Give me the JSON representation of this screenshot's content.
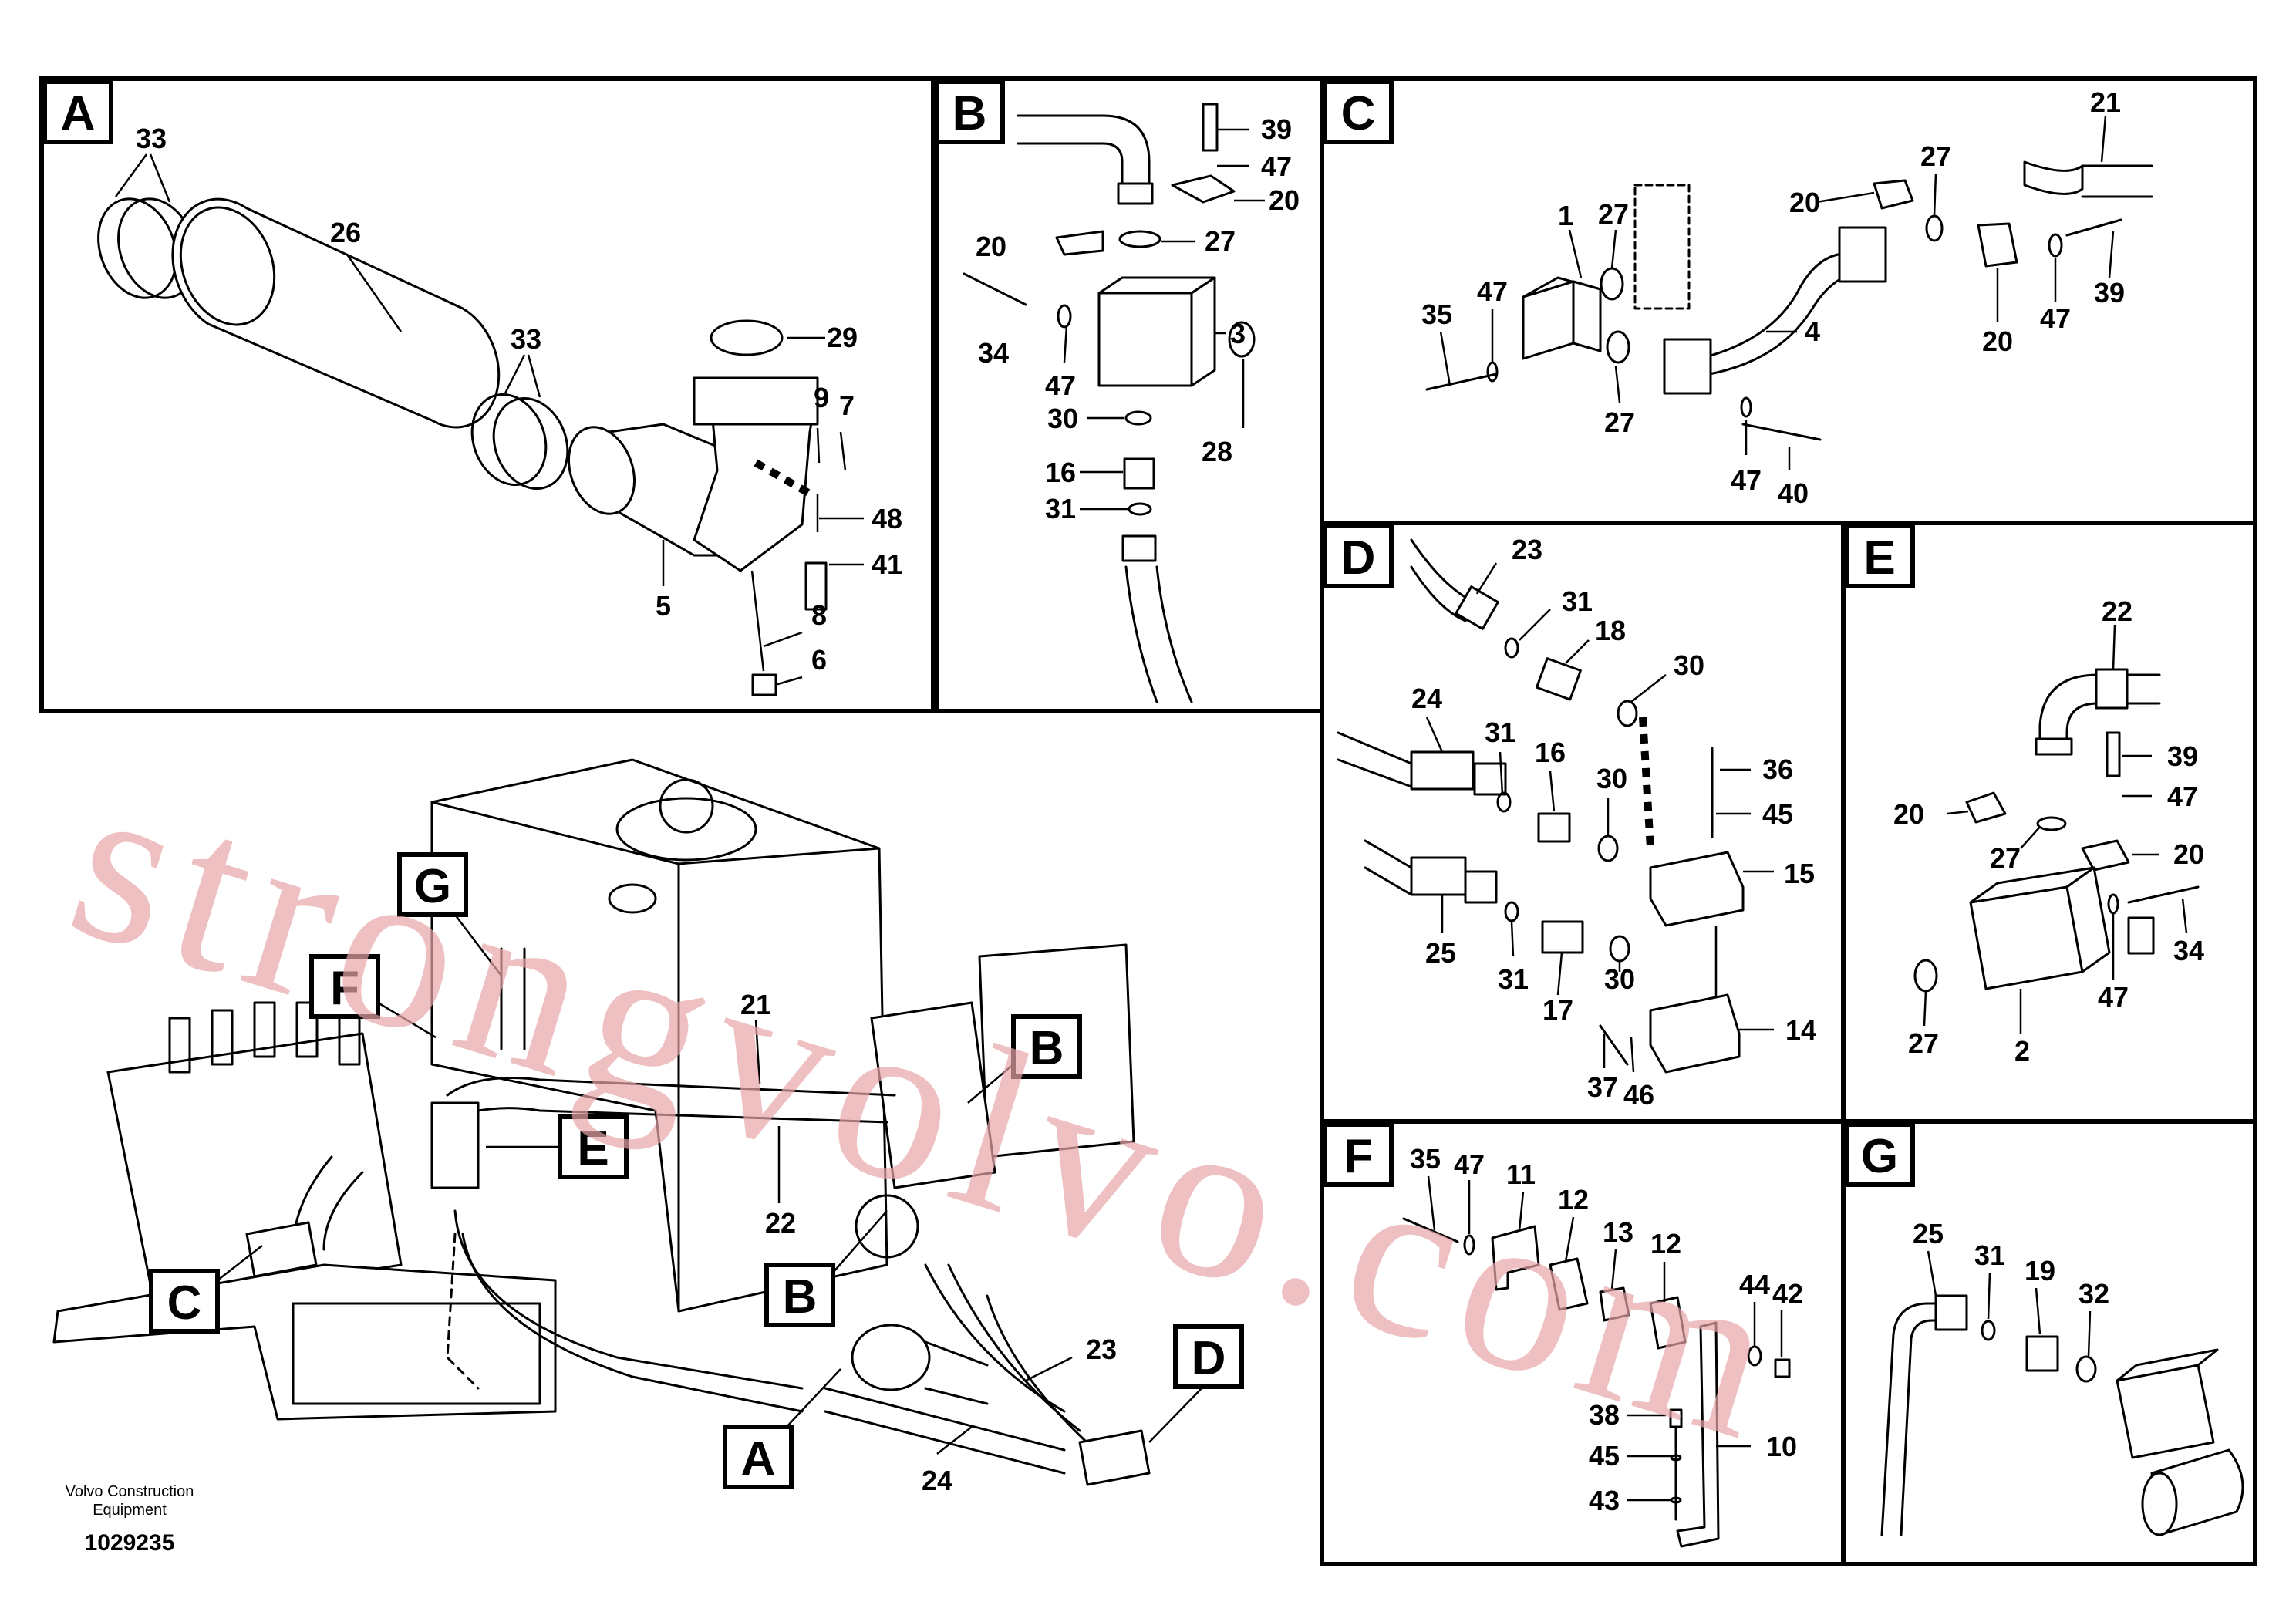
{
  "panels": [
    {
      "id": "A",
      "label": "A",
      "callouts": [
        "33",
        "26",
        "33",
        "29",
        "9",
        "7",
        "48",
        "41",
        "5",
        "8",
        "6"
      ]
    },
    {
      "id": "B",
      "label": "B",
      "callouts": [
        "39",
        "47",
        "20",
        "20",
        "27",
        "34",
        "47",
        "3",
        "30",
        "28",
        "16",
        "31"
      ]
    },
    {
      "id": "C",
      "label": "C",
      "callouts": [
        "21",
        "27",
        "20",
        "1",
        "27",
        "47",
        "35",
        "4",
        "27",
        "20",
        "47",
        "39",
        "47",
        "40"
      ]
    },
    {
      "id": "D",
      "label": "D",
      "callouts": [
        "23",
        "31",
        "18",
        "30",
        "24",
        "31",
        "16",
        "30",
        "36",
        "45",
        "15",
        "25",
        "31",
        "17",
        "30",
        "14",
        "37",
        "46"
      ]
    },
    {
      "id": "E",
      "label": "E",
      "callouts": [
        "22",
        "39",
        "47",
        "20",
        "27",
        "20",
        "34",
        "47",
        "27",
        "2"
      ]
    },
    {
      "id": "F",
      "label": "F",
      "callouts": [
        "35",
        "47",
        "11",
        "12",
        "13",
        "12",
        "44",
        "42",
        "38",
        "45",
        "43",
        "10"
      ]
    },
    {
      "id": "G",
      "label": "G",
      "callouts": [
        "25",
        "31",
        "19",
        "32"
      ]
    }
  ],
  "overview": {
    "letters": [
      "G",
      "F",
      "B",
      "E",
      "C",
      "B",
      "D",
      "A"
    ],
    "callouts": [
      "21",
      "22",
      "23",
      "24"
    ]
  },
  "footer": {
    "credit_line1": "Volvo Construction",
    "credit_line2": "Equipment",
    "drawing_number": "1029235"
  },
  "watermark": "strongvolvo.com"
}
